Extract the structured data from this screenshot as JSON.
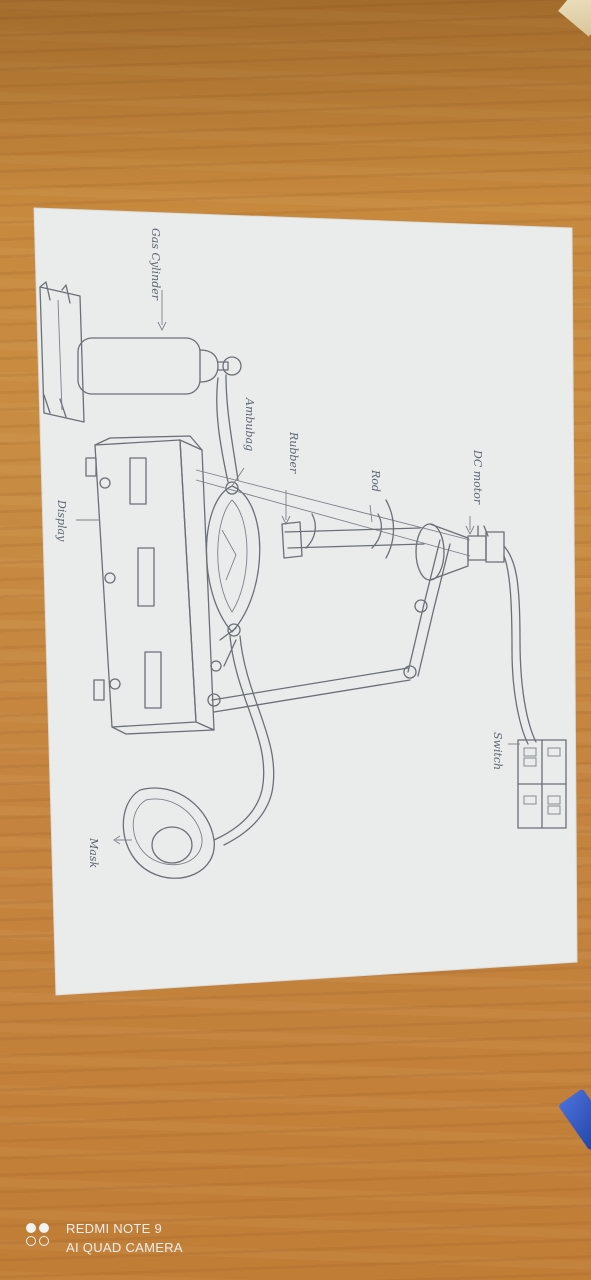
{
  "diagram": {
    "labels": {
      "gas_cylinder": "Gas Cylinder",
      "ambubag": "Ambubag",
      "rubber": "Rubber",
      "rod": "Rod",
      "dc_motor": "DC motor",
      "display": "Display",
      "switch": "Switch",
      "mask": "Mask"
    }
  },
  "watermark": {
    "line1": "REDMI NOTE 9",
    "line2": "AI QUAD CAMERA"
  }
}
